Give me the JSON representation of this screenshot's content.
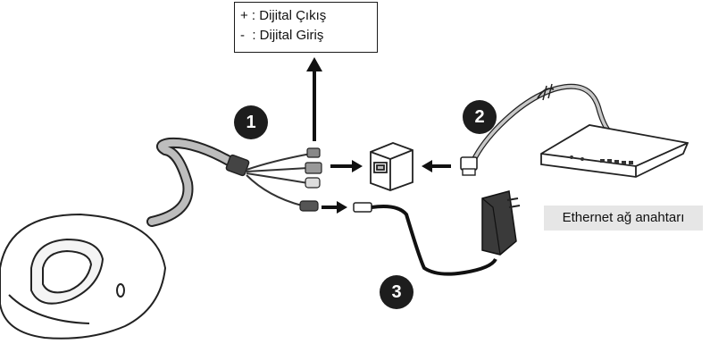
{
  "callout": {
    "line1": "+ : Dijital Çıkış",
    "line2": "-  : Dijital Giriş"
  },
  "network_label": "Ethernet ağ anahtarı",
  "steps": [
    "1",
    "2",
    "3"
  ],
  "colors": {
    "outline": "#222222",
    "badge": "#1d1d1d",
    "label_bg": "#e6e6e6"
  },
  "icons": [
    "camera-icon",
    "cable-bundle-icon",
    "rj45-coupler-icon",
    "ethernet-plug-icon",
    "ethernet-switch-icon",
    "power-adapter-icon"
  ]
}
